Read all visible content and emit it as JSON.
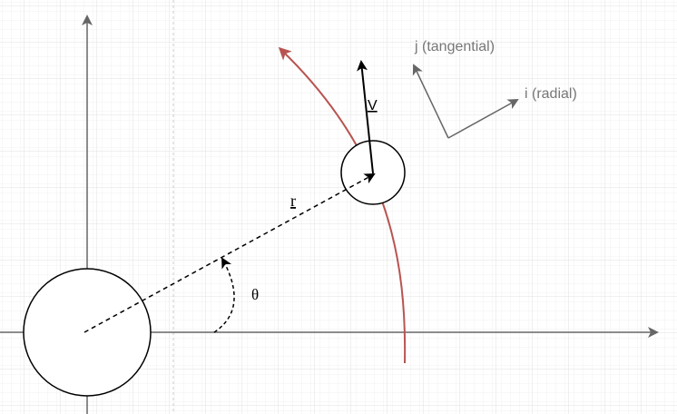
{
  "labels": {
    "r": "r",
    "theta": "θ",
    "velocity": "V",
    "j_axis": "j (tangential)",
    "i_axis": "i (radial)"
  },
  "colors": {
    "grid_minor": "#f0f0f0",
    "grid_major": "#dddddd",
    "axis": "#666666",
    "trajectory": "#b85450",
    "ink": "#000000",
    "basis": "#666666",
    "basis_text": "#777777"
  }
}
